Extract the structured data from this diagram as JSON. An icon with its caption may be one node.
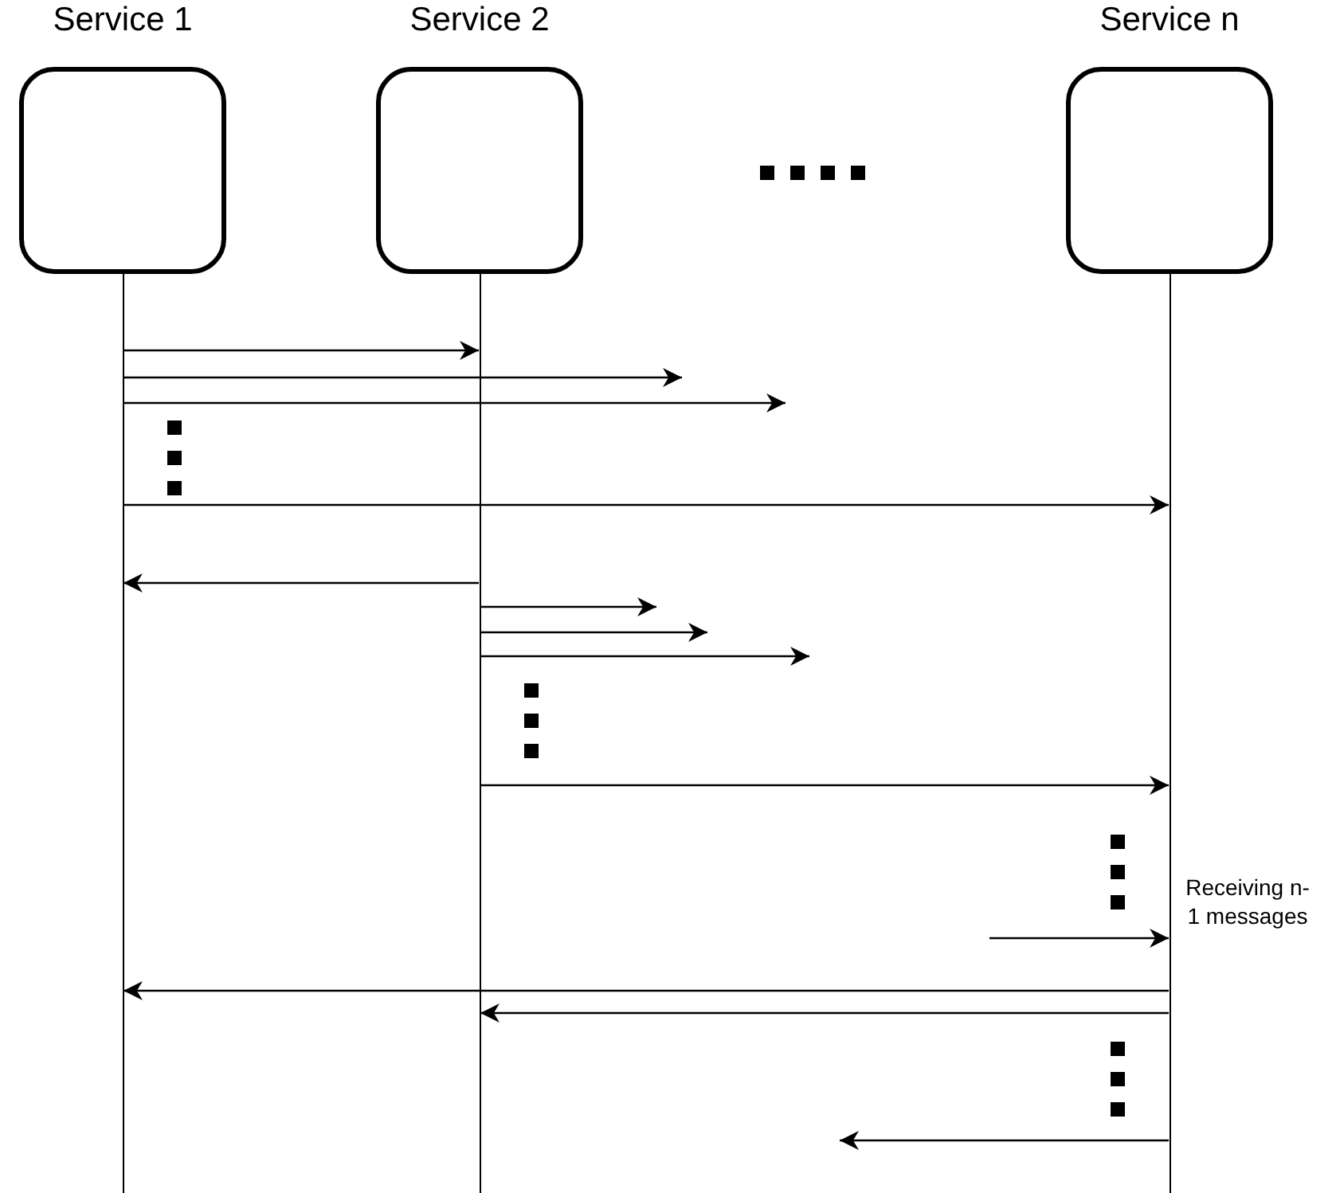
{
  "diagram": {
    "nodes": [
      {
        "text": [
          "Service 1"
        ]
      },
      {
        "text": [
          "Service 2"
        ]
      },
      {
        "text": [
          "Service n"
        ]
      },
      {
        "text": [],
        "shape": "line"
      },
      {
        "text": [],
        "shape": "line"
      },
      {
        "text": [],
        "shape": "line"
      }
    ],
    "edges": [
      {
        "from": 3,
        "to": 4,
        "arrow": "to"
      },
      {
        "from": 3,
        "to": null,
        "arrow": "to"
      },
      {
        "from": 3,
        "to": null,
        "arrow": "to"
      },
      {
        "from": 3,
        "to": 5,
        "arrow": "to"
      },
      {
        "from": 4,
        "to": 3,
        "arrow": "to"
      },
      {
        "from": 4,
        "to": null,
        "arrow": "to"
      },
      {
        "from": 4,
        "to": null,
        "arrow": "to"
      },
      {
        "from": 4,
        "to": null,
        "arrow": "to"
      },
      {
        "from": 4,
        "to": 5,
        "arrow": "to"
      },
      {
        "from": null,
        "to": 5,
        "arrow": "to"
      },
      {
        "from": 5,
        "to": 3,
        "arrow": "to"
      },
      {
        "from": 5,
        "to": 4,
        "arrow": "to"
      },
      {
        "from": 5,
        "to": null,
        "arrow": "to"
      }
    ],
    "labels": [
      "Receiving n-1 messages"
    ]
  }
}
